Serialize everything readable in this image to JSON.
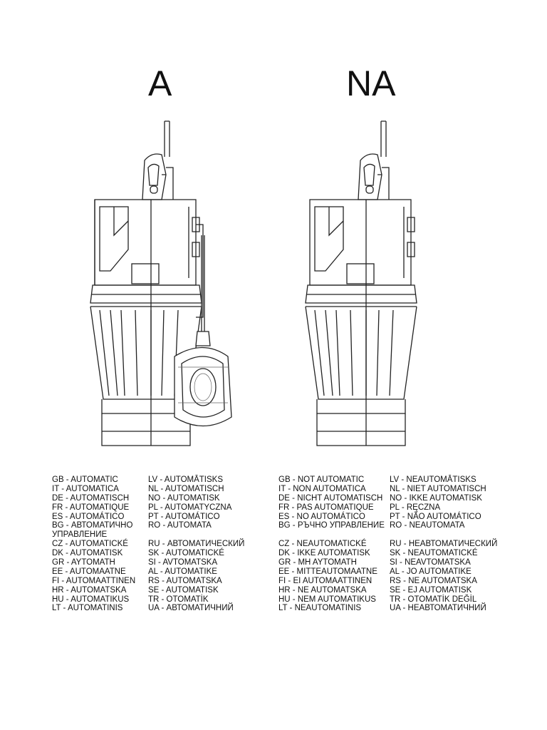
{
  "headings": {
    "automatic": "A",
    "not_automatic": "NA"
  },
  "automatic_col1": [
    "GB - AUTOMATIC",
    "IT - AUTOMATICA",
    "DE - AUTOMATISCH",
    "FR - AUTOMATIQUE",
    "ES - AUTOMÁTICO",
    "BG - АВТОМАТИЧНО",
    "УПРАВЛЕНИЕ",
    "CZ - AUTOMATICKÉ",
    "DK - AUTOMATISK",
    "GR - AYTOMATH",
    "EE - AUTOMAATNE",
    "FI - AUTOMAATTINEN",
    "HR - AUTOMATSKA",
    "HU - AUTOMATIKUS",
    "LT - AUTOMATINIS"
  ],
  "automatic_col2": [
    "LV - AUTOMĀTISKS",
    "NL - AUTOMATISCH",
    "NO - AUTOMATISK",
    "PL - AUTOMATYCZNA",
    "PT - AUTOMÁTICO",
    "RO - AUTOMATA",
    "",
    "RU - АВТОМАТИЧЕСКИЙ",
    "SK - AUTOMATICKÉ",
    "SI - AVTOMATSKA",
    "AL - AUTOMATIKE",
    "RS - AUTOMATSKA",
    "SE - AUTOMATISK",
    "TR - OTOMATİK",
    "UA - АВТОМАТИЧНИЙ"
  ],
  "not_automatic_col1": [
    "GB - NOT AUTOMATIC",
    "IT - NON AUTOMATICA",
    "DE - NICHT AUTOMATISCH",
    "FR - PAS AUTOMATIQUE",
    "ES - NO AUTOMÁTICO",
    "BG - РЪЧНО УПРАВЛЕНИЕ",
    "",
    "CZ - NEAUTOMATICKÉ",
    "DK - IKKE AUTOMATISK",
    "GR - MH AYTOMATH",
    "EE - MITTEAUTOMAATNE",
    "FI - EI AUTOMAATTINEN",
    "HR - NE AUTOMATSKA",
    "HU - NEM AUTOMATIKUS",
    "LT - NEAUTOMATINIS"
  ],
  "not_automatic_col2": [
    "LV - NEAUTOMĀTISKS",
    "NL - NIET AUTOMATISCH",
    "NO - IKKE AUTOMATISK",
    "PL - RĘCZNA",
    "PT - NÃO AUTOMÁTICO",
    "RO - NEAUTOMATA",
    "",
    "RU - НЕАВТОМАТИЧЕСКИЙ",
    "SK - NEAUTOMATICKÉ",
    "SI - NEAVTOMATSKA",
    "AL - JO AUTOMATIKE",
    "RS - NE AUTOMATSKA",
    "SE - EJ AUTOMATISK",
    "TR - OTOMATİK DEĞİL",
    "UA - НЕАВТОМАТИЧНИЙ"
  ]
}
